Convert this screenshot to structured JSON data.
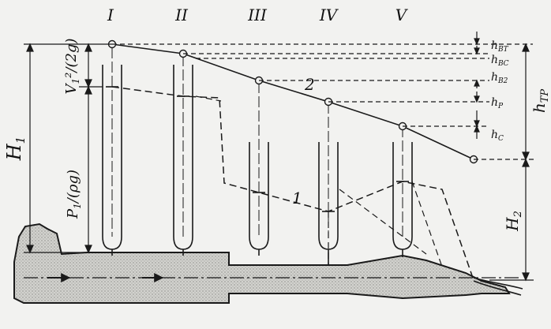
{
  "diagram": {
    "tube_labels": [
      "I",
      "II",
      "III",
      "IV",
      "V"
    ],
    "left_labels": {
      "total_head": "H",
      "total_head_sub": "1",
      "velocity_head": "V",
      "velocity_head_rest": "²/(2g)",
      "velocity_head_sub": "1",
      "pressure_head": "P",
      "pressure_head_rest": "/(ρg)",
      "pressure_head_sub": "1"
    },
    "right_labels": {
      "h_entry": "h",
      "h_entry_sub": "ВТ",
      "h_sudden_expansion": "h",
      "h_sudden_expansion_sub": "ВС",
      "h_exit": "h",
      "h_exit_sub": "В2",
      "h_diffuser": "h",
      "h_diffuser_sub": "Р",
      "h_nozzle": "h",
      "h_nozzle_sub": "С",
      "h_total": "h",
      "h_total_sub": "ТР",
      "outlet_head": "H",
      "outlet_head_sub": "2"
    },
    "line_labels": [
      "1",
      "2"
    ],
    "colors": {
      "ink": "#1a1a1a",
      "pipe_fill": "#c9c9c5",
      "background": "#f2f2f0"
    }
  }
}
